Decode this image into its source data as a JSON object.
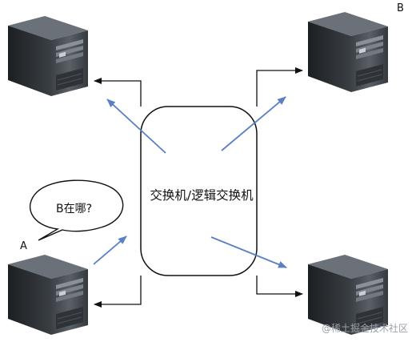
{
  "switch": {
    "label": "交换机/逻辑交换机"
  },
  "callout": {
    "text": "B在哪?"
  },
  "nodes": {
    "a_label": "A",
    "b_label": "B"
  },
  "watermark": "@稀土掘金技术社区",
  "colors": {
    "arrow_black": "#111111",
    "arrow_blue": "#5b7fc4",
    "server_body": "#2b2f33",
    "server_front": "#4a4f55"
  },
  "icons": [
    "server-icon",
    "speech-bubble-icon"
  ]
}
